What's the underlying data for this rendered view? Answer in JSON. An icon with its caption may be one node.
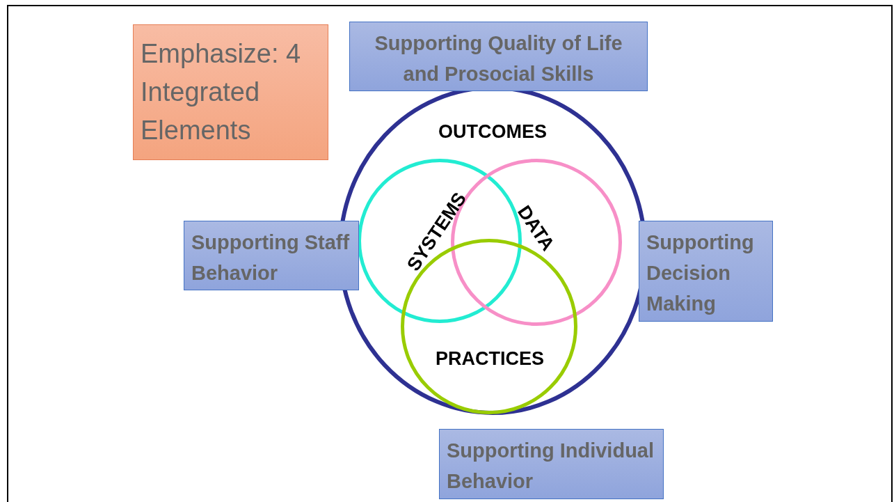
{
  "diagram": {
    "nodes": [
      {
        "text": [
          "Emphasize: 4 Integrated Elements"
        ]
      },
      {
        "text": [
          "Supporting Quality of Life and Prosocial Skills"
        ]
      },
      {
        "text": [
          "OUTCOMES"
        ]
      },
      {
        "text": [
          "SYSTEMS"
        ],
        "in": 2
      },
      {
        "text": [
          "DATA"
        ],
        "in": 2
      },
      {
        "text": [
          "Supporting Staff Behavior"
        ]
      },
      {
        "text": [
          "Supporting Decision Making"
        ]
      },
      {
        "text": [
          "PRACTICES"
        ],
        "in": 2
      },
      {
        "text": [
          "Supporting Individual Behavior"
        ]
      }
    ],
    "edges": []
  }
}
